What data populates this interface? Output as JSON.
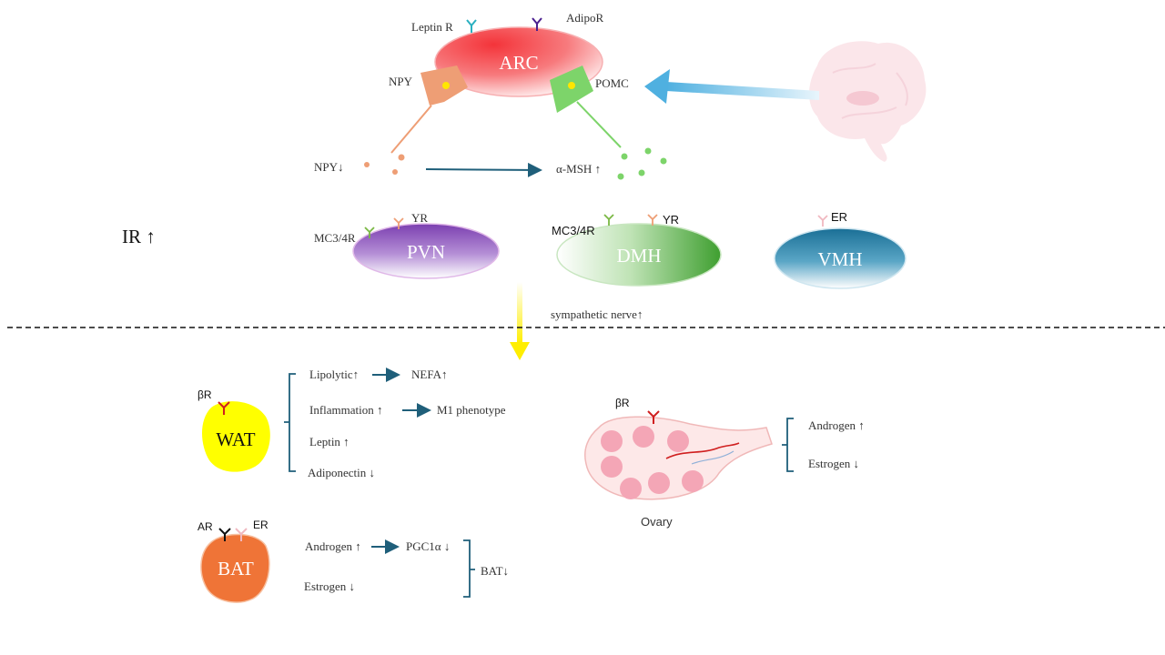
{
  "top": {
    "leptin_r": "Leptin R",
    "adipo_r": "AdipoR",
    "arc": "ARC",
    "npy": "NPY",
    "pomc": "POMC",
    "npy_down": "NPY↓",
    "amsh_up": "α-MSH ↑",
    "ir_up": "IR ↑"
  },
  "nuclei": {
    "pvn": "PVN",
    "dmh": "DMH",
    "vmh": "VMH",
    "pvn_mc": "MC3/4R",
    "pvn_yr": "YR",
    "dmh_mc": "MC3/4R",
    "dmh_yr": "YR",
    "vmh_er": "ER",
    "sympathetic": "sympathetic nerve↑"
  },
  "wat": {
    "label": "WAT",
    "receptor": "βR",
    "lipolytic": "Lipolytic↑",
    "nefa": "NEFA↑",
    "inflammation": "Inflammation ↑",
    "m1": "M1 phenotype",
    "leptin": "Leptin ↑",
    "adiponectin": "Adiponectin ↓"
  },
  "bat": {
    "label": "BAT",
    "ar": "AR",
    "er": "ER",
    "androgen": "Androgen ↑",
    "pgc": "PGC1α ↓",
    "estrogen": "Estrogen ↓",
    "bat_down": "BAT↓"
  },
  "ovary": {
    "label": "Ovary",
    "receptor": "βR",
    "androgen": "Androgen ↑",
    "estrogen": "Estrogen ↓"
  },
  "colors": {
    "arc": "#f4343a",
    "pvn": "#7b3fb0",
    "dmh": "#4aa63a",
    "vmh": "#1f7fa8",
    "wat": "#ffff00",
    "bat": "#ef7437",
    "arrow": "#1f5f7a",
    "npy": "#ee9e75",
    "pomc": "#7dd46a"
  }
}
